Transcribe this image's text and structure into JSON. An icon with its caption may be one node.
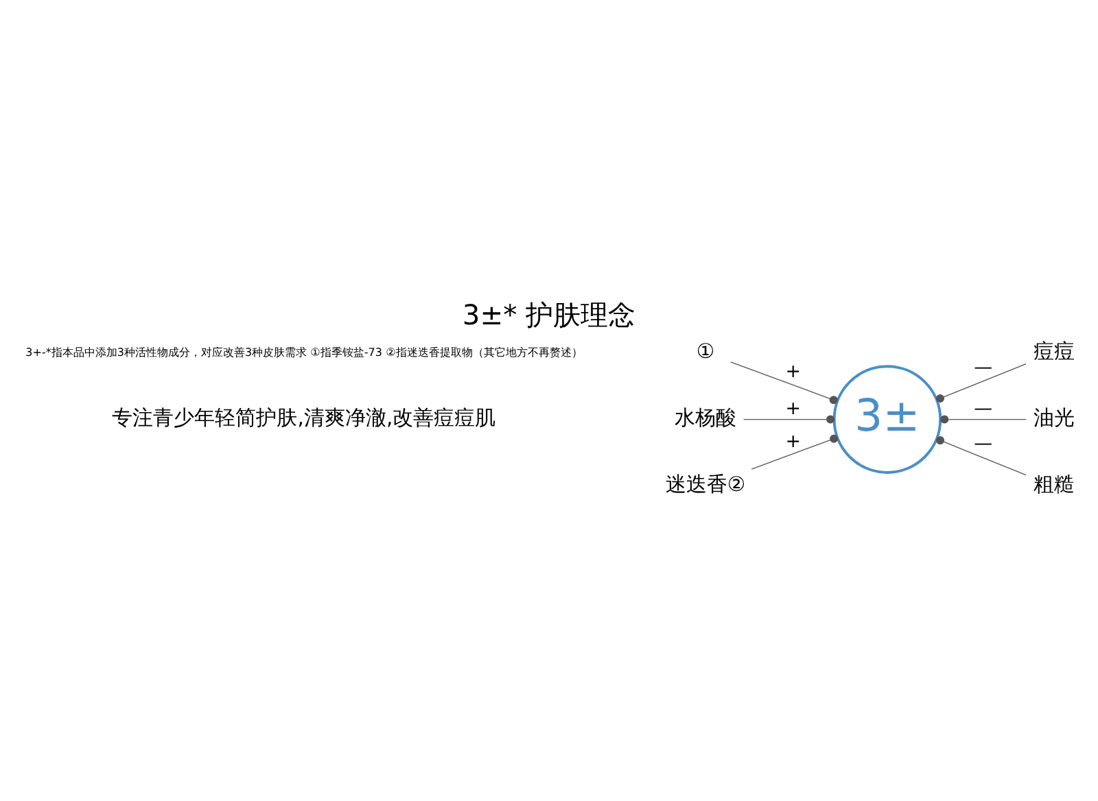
{
  "diagram": {
    "title": "3±* 护肤理念",
    "nodes": [
      {
        "text": [
          "①"
        ]
      },
      {
        "text": [
          "水杨酸"
        ]
      },
      {
        "text": [
          "迷迭香②"
        ]
      },
      {
        "text": [
          "3±"
        ]
      },
      {
        "text": [
          "痘痘"
        ]
      },
      {
        "text": [
          "油光"
        ]
      },
      {
        "text": [
          "粗糙"
        ]
      }
    ],
    "edges": [
      {
        "from": 0,
        "to": 3,
        "arrow": "other",
        "label": "+"
      },
      {
        "from": 1,
        "to": 3,
        "arrow": "other",
        "label": "+"
      },
      {
        "from": 2,
        "to": 3,
        "arrow": "other",
        "label": "+"
      },
      {
        "from": 4,
        "to": 3,
        "arrow": "other",
        "label": "—"
      },
      {
        "from": 5,
        "to": 3,
        "arrow": "other",
        "label": "—"
      },
      {
        "from": 6,
        "to": 3,
        "arrow": "other",
        "label": "—"
      }
    ],
    "labels": [
      "专注青少年轻简护肤,清爽净澈,改善痘痘肌",
      "3+-*指本品中添加3种活性物成分，对应改善3种皮肤需求 ①指季铵盐-73 ②指迷迭香提取物（其它地方不再赘述）"
    ]
  }
}
